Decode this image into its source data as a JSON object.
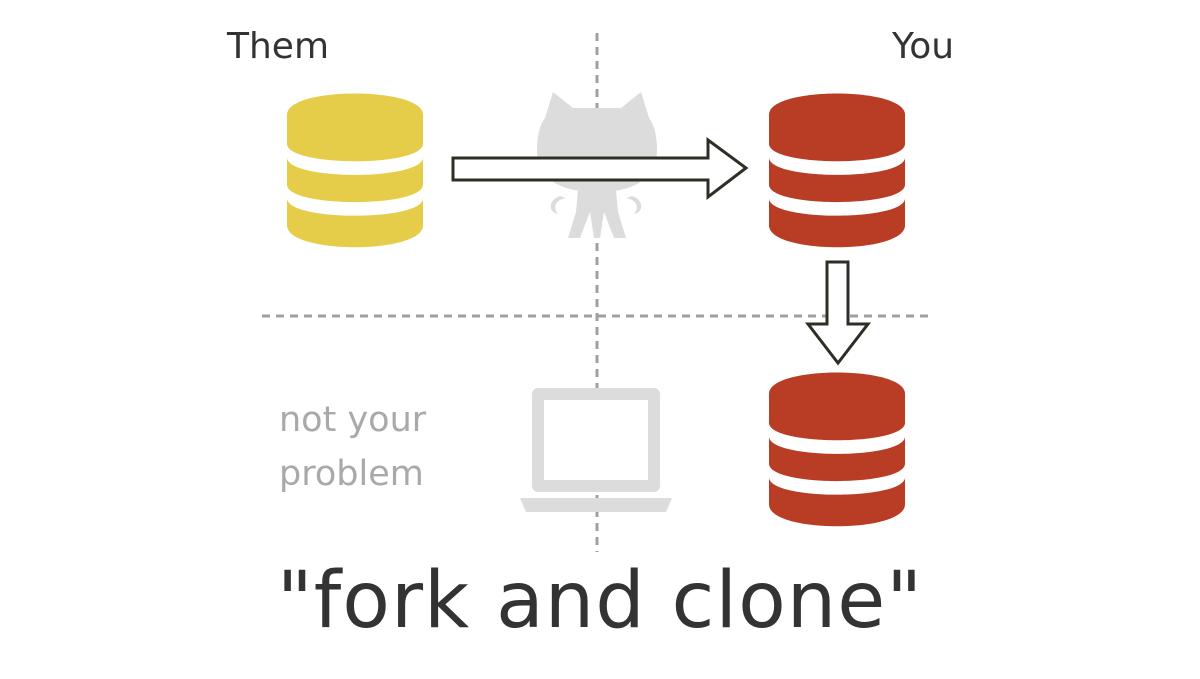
{
  "labels": {
    "them": "Them",
    "you": "You",
    "not_your_problem": [
      "not your",
      "problem"
    ]
  },
  "caption": "\"fork and clone\"",
  "icons": {
    "upstream_repo": "database-icon",
    "fork_repo": "database-icon",
    "local_clone": "database-icon",
    "remote_host": "github-octocat-icon",
    "local_machine": "laptop-icon"
  },
  "colors": {
    "them_repo": "#e5cd4a",
    "you_repo": "#b93d24",
    "faded_icon": "#dcdcdc",
    "text": "#333333",
    "faded_text": "#a9a9a9",
    "divider": "#a0a0a0",
    "arrow_stroke": "#2e2e26"
  }
}
